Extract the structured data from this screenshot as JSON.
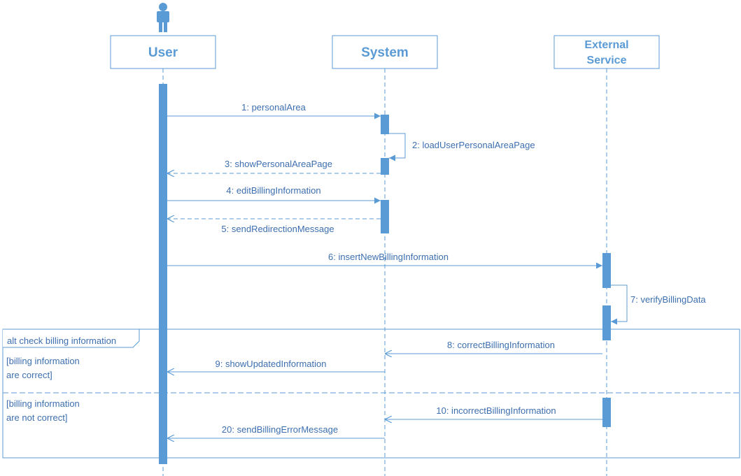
{
  "colors": {
    "stroke": "#5b9bd5",
    "activation": "#5b9bd5",
    "text": "#3d6fb0",
    "header_text": "#5b9bd5",
    "background": "#ffffff"
  },
  "actor": {
    "icon": "person-icon"
  },
  "lifelines": {
    "user": "User",
    "system": "System",
    "external_line1": "External",
    "external_line2": "Service"
  },
  "messages": {
    "m1": "1: personalArea",
    "m2": "2: loadUserPersonalAreaPage",
    "m3": "3: showPersonalAreaPage",
    "m4": "4: editBillingInformation",
    "m5": "5: sendRedirectionMessage",
    "m6": "6: insertNewBillingInformation",
    "m7": "7: verifyBillingData",
    "m8": "8: correctBillingInformation",
    "m9": "9: showUpdatedInformation",
    "m10": "10: incorrectBillingInformation",
    "m20": "20: sendBillingErrorMessage"
  },
  "fragment": {
    "title": "alt check billing information",
    "guard1_line1": "[billing information",
    "guard1_line2": "are correct]",
    "guard2_line1": "[billing information",
    "guard2_line2": "are not correct]"
  }
}
